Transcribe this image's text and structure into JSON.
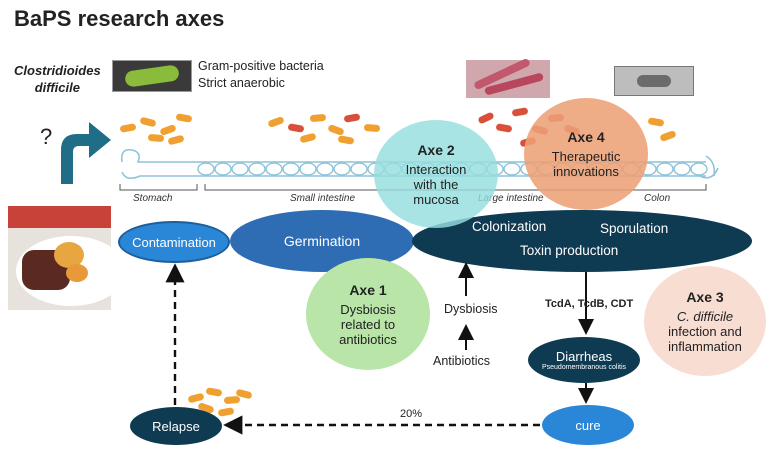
{
  "title": "BaPS research axes",
  "organism": {
    "name_line1": "Clostridioides",
    "name_line2": "difficile",
    "fact1": "Gram-positive  bacteria",
    "fact2": "Strict anaerobic",
    "unknown_origin": "?"
  },
  "gut_segments": {
    "stomach": "Stomach",
    "small_intestine": "Small intestine",
    "large_intestine": "Large intestine",
    "colon": "Colon"
  },
  "steps": {
    "contamination": "Contamination",
    "germination": "Germination",
    "colonization": "Colonization",
    "sporulation": "Sporulation",
    "toxin_production": "Toxin production",
    "diarrheas": "Diarrheas",
    "diarrheas_sub": "Pseudomembranous colitis",
    "cure": "cure",
    "relapse": "Relapse"
  },
  "labels": {
    "dysbiosis": "Dysbiosis",
    "antibiotics": "Antibiotics",
    "toxins": "TcdA, TcdB, CDT",
    "relapse_rate": "20%"
  },
  "axes": {
    "axe1": {
      "title": "Axe 1",
      "line1": "Dysbiosis",
      "line2": "related to",
      "line3": "antibiotics"
    },
    "axe2": {
      "title": "Axe 2",
      "line1": "Interaction",
      "line2": "with the",
      "line3": "mucosa"
    },
    "axe3": {
      "title": "Axe 3",
      "line1": "C. difficile",
      "line2": "infection and",
      "line3": "inflammation"
    },
    "axe4": {
      "title": "Axe 4",
      "line1": "Therapeutic",
      "line2": "innovations"
    }
  },
  "colors": {
    "dark_navy": "#0e3a52",
    "mid_blue": "#2e6db4",
    "bright_blue": "#2a86d6",
    "axe1_green": "#b9e5a8",
    "axe2_cyan": "#a6e3e3",
    "axe3_pink": "#f8ddd3",
    "axe4_orange": "#eea77e",
    "teal_arrow": "#1f6d86",
    "bacteria_orange": "#f0a030",
    "bacteria_red": "#d8503a"
  }
}
